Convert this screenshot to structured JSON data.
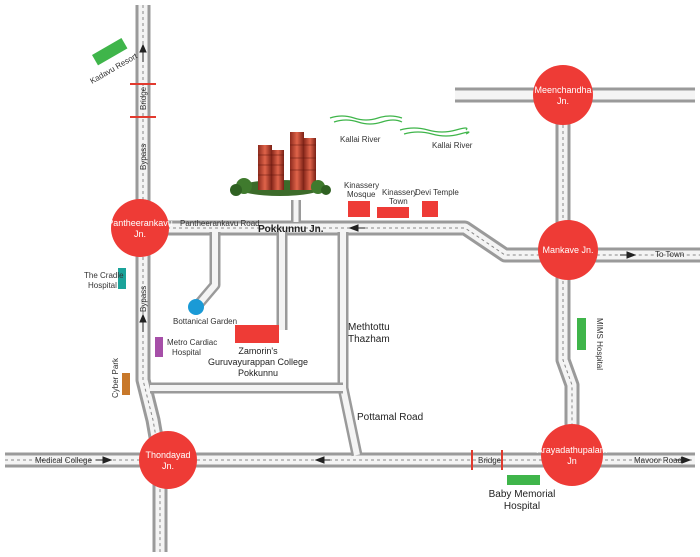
{
  "junctions": {
    "meenchandha_l1": "Meenchandha",
    "meenchandha_l2": "Jn.",
    "pantheerankavu_l1": "Pantheerankavu",
    "pantheerankavu_l2": "Jn.",
    "mankave": "Mankave Jn.",
    "thondayad_l1": "Thondayad",
    "thondayad_l2": "Jn.",
    "arayadathupalam_l1": "Arayadathupalam",
    "arayadathupalam_l2": "Jn"
  },
  "roads": {
    "pantheerankavu_road": "Pantheerankavu Road",
    "pokkunnu_jn": "Pokkunnu Jn.",
    "to_town": "To Town",
    "bypass_top": "Bypass",
    "bypass_bottom": "Bypass",
    "bridge_top": "Bridge",
    "bridge_bottom": "Bridge",
    "medical_college": "Medical College",
    "mavoor_road": "Mavoor Road",
    "pottamal_road": "Pottamal Road",
    "methottu_l1": "Methtottu",
    "methottu_l2": "Thazham"
  },
  "rivers": {
    "kallai_1": "Kallai River",
    "kallai_2": "Kallai River"
  },
  "landmarks": {
    "kadavu_resort": "Kadavu Resort",
    "kinassery_mosque_l1": "Kinassery",
    "kinassery_mosque_l2": "Mosque",
    "kinassery_town_l1": "Kinassery",
    "kinassery_town_l2": "Town",
    "devi_temple": "Devi Temple",
    "cradle_l1": "The Cradle",
    "cradle_l2": "Hospital",
    "botanical_garden": "Bottanical Garden",
    "metro_l1": "Metro Cardiac",
    "metro_l2": "Hospital",
    "cyber_park": "Cyber Park",
    "zamorin_l1": "Zamorin's",
    "zamorin_l2": "Guruvayurappan College",
    "zamorin_l3": "Pokkunnu",
    "mims": "MIMS Hospital",
    "baby_l1": "Baby Memorial",
    "baby_l2": "Hospital"
  },
  "colors": {
    "road": "#9a9a9a",
    "road_inner": "#f4f4f4",
    "junction": "#ee3b36",
    "landmark_red": "#ee3b36",
    "green": "#3fb54a",
    "teal": "#1aa39a",
    "blue": "#1a9ad6",
    "purple": "#a64fa8",
    "orange": "#c8782a"
  }
}
